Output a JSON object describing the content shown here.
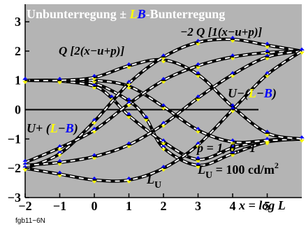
{
  "colors": {
    "plot_bg": "#b4b4b4",
    "text": "#000000",
    "title_text": "#ffffff",
    "accent_yellow": "#ffff00",
    "accent_blue": "#0000ff",
    "curve_stroke": "#000000",
    "curve_dash": "#ffffff"
  },
  "title": {
    "left": "Unbunterregung ± ",
    "L": "L",
    "B": "B",
    "right": "-Bunterregung"
  },
  "labels": {
    "top_right": "−2 Q [1(x−u+p)]",
    "top_left": "Q [2(x−u+p)]",
    "mid_right_prefix": "U−(",
    "mid_right_L": "L",
    "mid_right_dash": "−",
    "mid_right_B": "B",
    "mid_right_suffix": ")",
    "left_prefix": "U+ (",
    "left_L": "L",
    "left_dash": "−",
    "left_B": "B",
    "left_suffix": ")",
    "p_values": "p = 1, 0, −1",
    "lum_L": "L",
    "lum_sub": "U",
    "lum_value": " = 100 cd/m",
    "lum_sup": "2",
    "lu_L": "L",
    "lu_sub": "U",
    "xlabel": "x = log L"
  },
  "footer": "fgb11−6N",
  "chart_data": {
    "type": "line",
    "xlim": [
      -2,
      6
    ],
    "ylim": [
      -3,
      3.6
    ],
    "x_ticks": [
      "−2",
      "−1",
      "0",
      "1",
      "2",
      "3",
      "4",
      "5"
    ],
    "y_ticks": [
      "3",
      "2",
      "1",
      "0",
      "−1",
      "−2",
      "−3"
    ],
    "series": [
      {
        "x": [
          -2,
          -1,
          0,
          1,
          1.5,
          2,
          3,
          4,
          5,
          6
        ],
        "y": [
          1,
          1,
          0.9,
          0.3,
          -0.3,
          -1.3,
          -1.9,
          -1.5,
          -1.1,
          -1
        ]
      },
      {
        "x": [
          -2,
          -1,
          0,
          0.5,
          1,
          2,
          3,
          4,
          5,
          6
        ],
        "y": [
          1,
          0.98,
          0.8,
          0.4,
          -0.2,
          -1.1,
          -1.7,
          -1.3,
          -1.05,
          -1
        ]
      },
      {
        "x": [
          -2,
          -1,
          0,
          1,
          2,
          3,
          4,
          5,
          6
        ],
        "y": [
          1,
          1,
          1,
          0.8,
          0.1,
          -0.7,
          -1.1,
          -1.05,
          -1
        ]
      },
      {
        "x": [
          -2,
          -1,
          0,
          1,
          2,
          3,
          4,
          5,
          6
        ],
        "y": [
          1,
          1,
          1.1,
          1.5,
          1.7,
          1.2,
          0.1,
          -0.8,
          -1
        ]
      },
      {
        "x": [
          -2,
          -1,
          0,
          1,
          2,
          3,
          4,
          5,
          6
        ],
        "y": [
          -2,
          -1.5,
          -0.4,
          0.9,
          1.8,
          2.3,
          2.4,
          2.2,
          2
        ]
      },
      {
        "x": [
          -2,
          -1,
          0,
          1,
          2,
          3,
          4,
          5,
          6
        ],
        "y": [
          -1.8,
          -1.3,
          -0.7,
          0.2,
          1.0,
          1.5,
          1.8,
          1.95,
          2
        ]
      },
      {
        "x": [
          -2,
          -1,
          0,
          1,
          2,
          3,
          4,
          5,
          6
        ],
        "y": [
          -1.9,
          -1.8,
          -1.6,
          -1.2,
          -0.5,
          0.4,
          1.2,
          1.8,
          2
        ]
      },
      {
        "x": [
          -2,
          -1,
          0,
          1,
          2,
          3,
          4,
          5,
          6
        ],
        "y": [
          -2,
          -2.2,
          -2.4,
          -2.4,
          -2.0,
          -1.2,
          0.0,
          1.2,
          2
        ]
      }
    ]
  }
}
